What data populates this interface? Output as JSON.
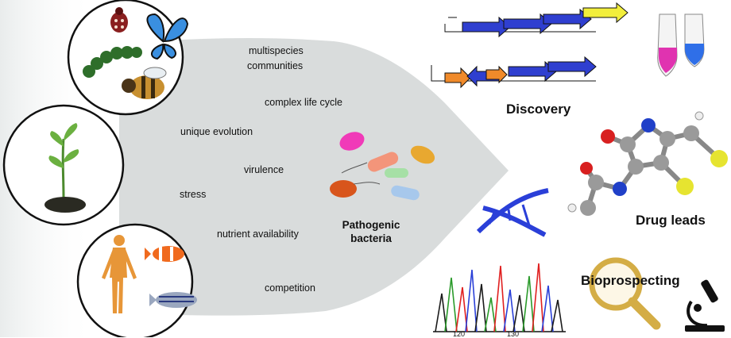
{
  "factors": [
    {
      "line1": "multispecies",
      "line2": "communities"
    },
    {
      "text": "complex life cycle"
    },
    {
      "text": "unique evolution"
    },
    {
      "text": "virulence"
    },
    {
      "text": "stress"
    },
    {
      "text": "nutrient availability"
    },
    {
      "text": "competition"
    }
  ],
  "pathogenic": {
    "line1": "Pathogenic",
    "line2": "bacteria"
  },
  "outcomes": {
    "discovery": "Discovery",
    "drug_leads": "Drug leads",
    "bioprospecting": "Bioprospecting"
  },
  "chromatogram_ticks": [
    "120",
    "130"
  ],
  "colors": {
    "funnel": "#d9dcdc",
    "gene_blue": "#2f3fd0",
    "gene_yellow": "#f2ee3c",
    "gene_orange": "#f08a2a",
    "dna_blue": "#2a3fd8",
    "magnifier": "#d4ad45",
    "tube_pink": "#e033b0",
    "tube_blue": "#2f6fe8"
  },
  "icons": [
    "ladybug-icon",
    "butterfly-icon",
    "caterpillar-icon",
    "bee-icon",
    "sprout-icon",
    "human-icon",
    "clownfish-icon",
    "zebrafish-icon",
    "microscope-icon",
    "test-tube-icon",
    "molecule-icon",
    "dna-icon",
    "magnifier-icon",
    "chromatogram-icon"
  ]
}
